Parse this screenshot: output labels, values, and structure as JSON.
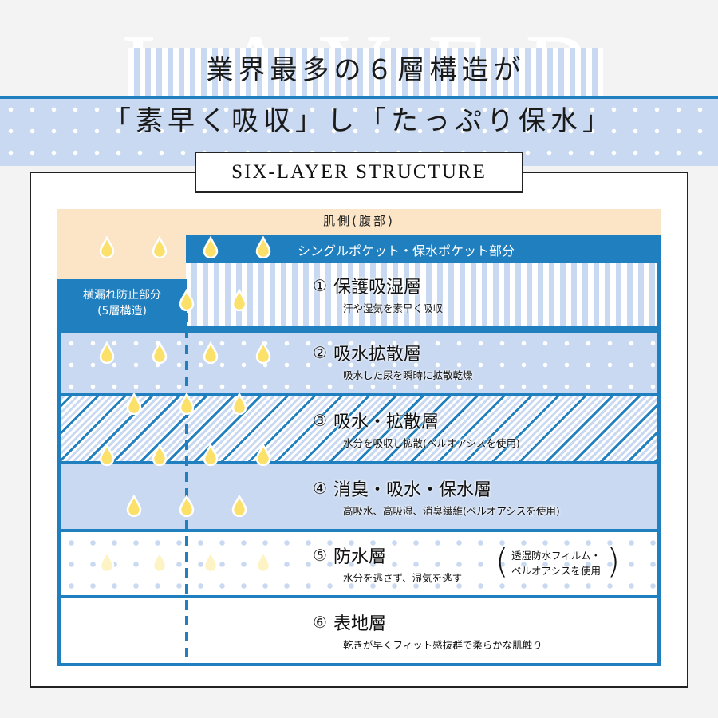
{
  "watermark": "LAYER",
  "headline": {
    "line1": "業界最多の６層構造が",
    "line2": "「素早く吸収」し「たっぷり保水」"
  },
  "section_label": "SIX-LAYER STRUCTURE",
  "diagram": {
    "skin_side_label": "肌側(腹部)",
    "pocket_label": "シングルポケット・保水ポケット部分",
    "side_leak_label": "横漏れ防止部分",
    "side_leak_sub": "(5層構造)",
    "layers": [
      {
        "number": "①",
        "title": "保護吸湿層",
        "desc": "汗や湿気を素早く吸収"
      },
      {
        "number": "②",
        "title": "吸水拡散層",
        "desc": "吸水した尿を瞬時に拡散乾燥"
      },
      {
        "number": "③",
        "title": "吸水・拡散層",
        "desc": "水分を吸収し拡散(ベルオアシスを使用)"
      },
      {
        "number": "④",
        "title": "消臭・吸水・保水層",
        "desc": "高吸水、高吸湿、消臭繊維(ベルオアシスを使用)"
      },
      {
        "number": "⑤",
        "title": "防水層",
        "desc": "水分を逃さず、湿気を逃す",
        "note_line1": "透湿防水フィルム・",
        "note_line2": "ベルオアシスを使用"
      },
      {
        "number": "⑥",
        "title": "表地層",
        "desc": "乾きが早くフィット感抜群で柔らかな肌触り"
      }
    ]
  },
  "colors": {
    "brand_blue": "#1f7fbf",
    "light_blue": "#c9d9f1",
    "skin_beige": "#fbe5c6",
    "drop_yellow": "#fbe06a",
    "drop_pale": "#fdf3c4"
  }
}
